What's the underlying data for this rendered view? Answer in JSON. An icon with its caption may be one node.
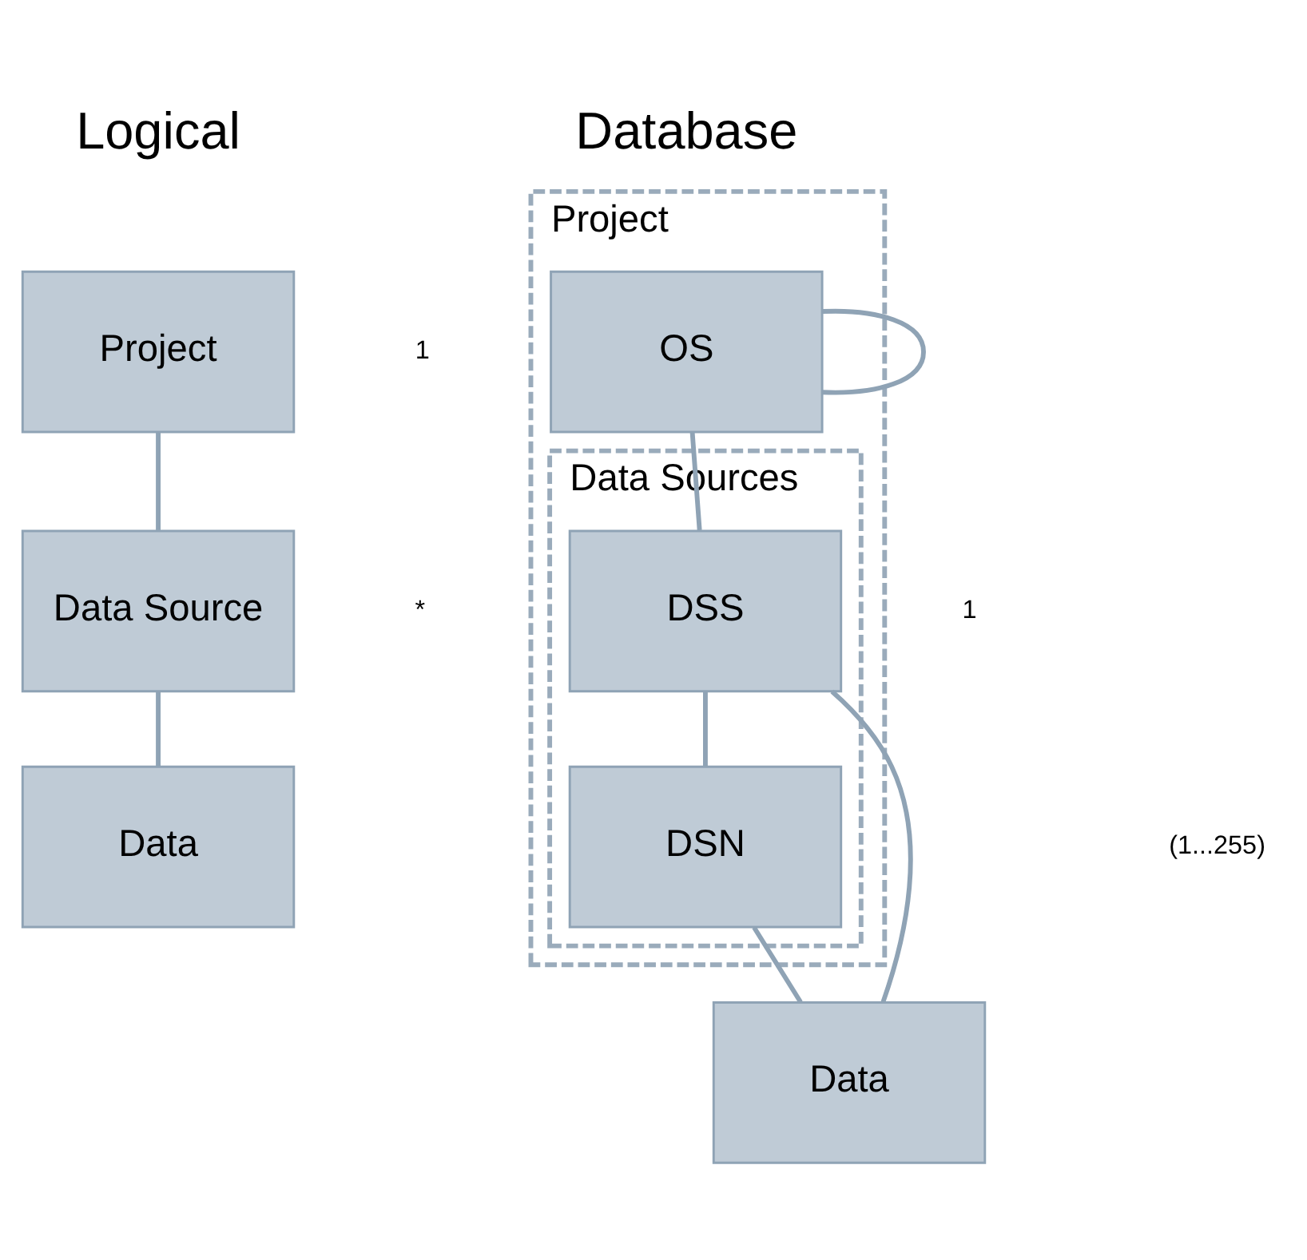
{
  "diagram": {
    "nodes": [
      {
        "text": [
          "Project"
        ]
      },
      {
        "text": [
          "Data Source"
        ]
      },
      {
        "text": [
          "Data"
        ]
      },
      {
        "text": [
          "Project"
        ]
      },
      {
        "text": [
          "OS"
        ],
        "in": 3
      },
      {
        "text": [
          "Data Sources"
        ],
        "in": 3
      },
      {
        "text": [
          "DSS"
        ],
        "in": 5
      },
      {
        "text": [
          "DSN"
        ],
        "in": 5
      },
      {
        "text": [
          "Data"
        ]
      }
    ],
    "edges": [
      {
        "from": 0,
        "to": 1,
        "arrow": "none"
      },
      {
        "from": 1,
        "to": 2,
        "arrow": "none"
      },
      {
        "from": 4,
        "to": 4,
        "arrow": "none"
      },
      {
        "from": 4,
        "to": 6,
        "arrow": "none"
      },
      {
        "from": 6,
        "to": 7,
        "arrow": "none"
      },
      {
        "from": 7,
        "to": 8,
        "arrow": "none"
      },
      {
        "from": 6,
        "to": 8,
        "arrow": "none"
      }
    ],
    "labels": [
      "Logical",
      "Database",
      "1",
      "*",
      "1",
      "(1...255)"
    ]
  }
}
